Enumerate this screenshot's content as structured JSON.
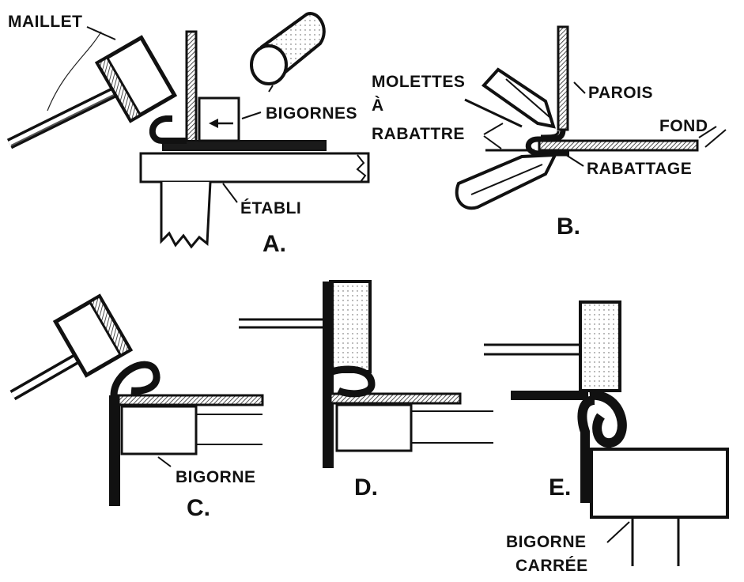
{
  "labels": {
    "maillet": "MAILLET",
    "bigornes": "BIGORNES",
    "etabli": "ÉTABLI",
    "fig_a": "A.",
    "molettes_1": "MOLETTES",
    "molettes_2": "À",
    "molettes_3": "RABATTRE",
    "parois": "PAROIS",
    "fond": "FOND",
    "rabattage": "RABATTAGE",
    "fig_b": "B.",
    "bigorne_c": "BIGORNE",
    "fig_c": "C.",
    "fig_d": "D.",
    "fig_e": "E.",
    "bigorne_carree_1": "BIGORNE",
    "bigorne_carree_2": "CARRÉE"
  }
}
